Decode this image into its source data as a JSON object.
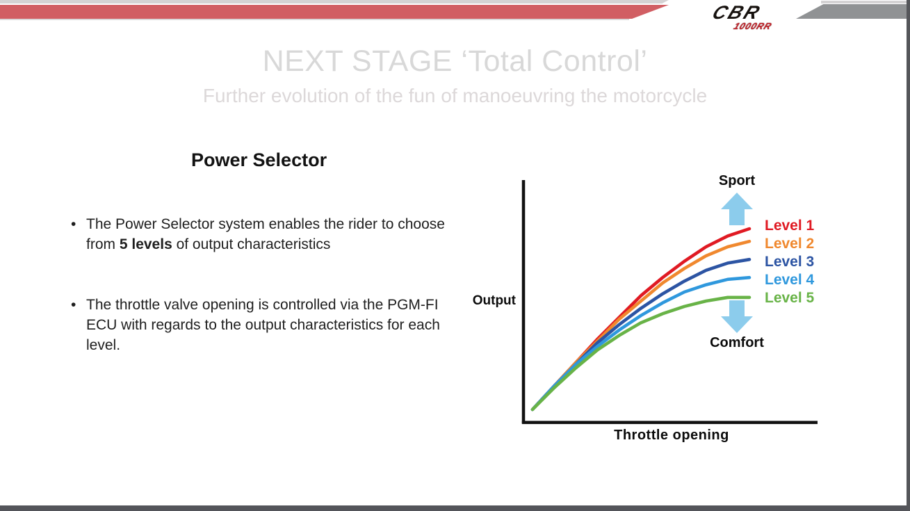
{
  "slide": {
    "title": "NEXT STAGE ‘Total Control’",
    "subtitle": "Further evolution of the fun of manoeuvring the motorcycle",
    "heading": "Power Selector",
    "bullets": {
      "b1_pre": "The Power Selector system enables the rider to choose from ",
      "b1_bold": "5 levels",
      "b1_post": " of output characteristics",
      "b2": "The throttle valve opening is controlled via the PGM-FI ECU with regards to the output characteristics for each level."
    }
  },
  "logo": {
    "brand": "CBR",
    "model": "1000RR"
  },
  "colors": {
    "header_red": "#d15e63",
    "header_gray": "#909294",
    "logo_red": "#c4242b",
    "arrow": "#8cccec",
    "page_border": "#54555a"
  },
  "chart_data": {
    "type": "line",
    "title": "",
    "xlabel": "Throttle opening",
    "ylabel": "Output",
    "x": [
      0,
      10,
      20,
      30,
      40,
      50,
      60,
      70,
      80,
      90,
      100
    ],
    "x_units": "relative throttle opening (no scale shown)",
    "y_units": "relative output (no scale shown)",
    "xlim": [
      0,
      100
    ],
    "ylim": [
      0,
      100
    ],
    "grid": false,
    "legend_position": "right",
    "annotations": [
      {
        "text": "Sport",
        "direction": "up"
      },
      {
        "text": "Comfort",
        "direction": "down"
      }
    ],
    "series": [
      {
        "name": "Level 1",
        "color": "#e01a23",
        "values": [
          0,
          13,
          26,
          39,
          51,
          63,
          73,
          82,
          90,
          96,
          100
        ]
      },
      {
        "name": "Level 2",
        "color": "#f0882e",
        "values": [
          0,
          13,
          26,
          38,
          50,
          60,
          70,
          78,
          85,
          90,
          93
        ]
      },
      {
        "name": "Level 3",
        "color": "#2c54a3",
        "values": [
          0,
          13,
          25,
          37,
          47,
          56,
          64,
          71,
          77,
          81,
          83
        ]
      },
      {
        "name": "Level 4",
        "color": "#2f98dd",
        "values": [
          0,
          13,
          25,
          35,
          44,
          52,
          59,
          65,
          69,
          72,
          73
        ]
      },
      {
        "name": "Level 5",
        "color": "#68b347",
        "values": [
          0,
          12,
          23,
          33,
          41,
          48,
          53,
          57,
          60,
          62,
          62
        ]
      }
    ]
  }
}
